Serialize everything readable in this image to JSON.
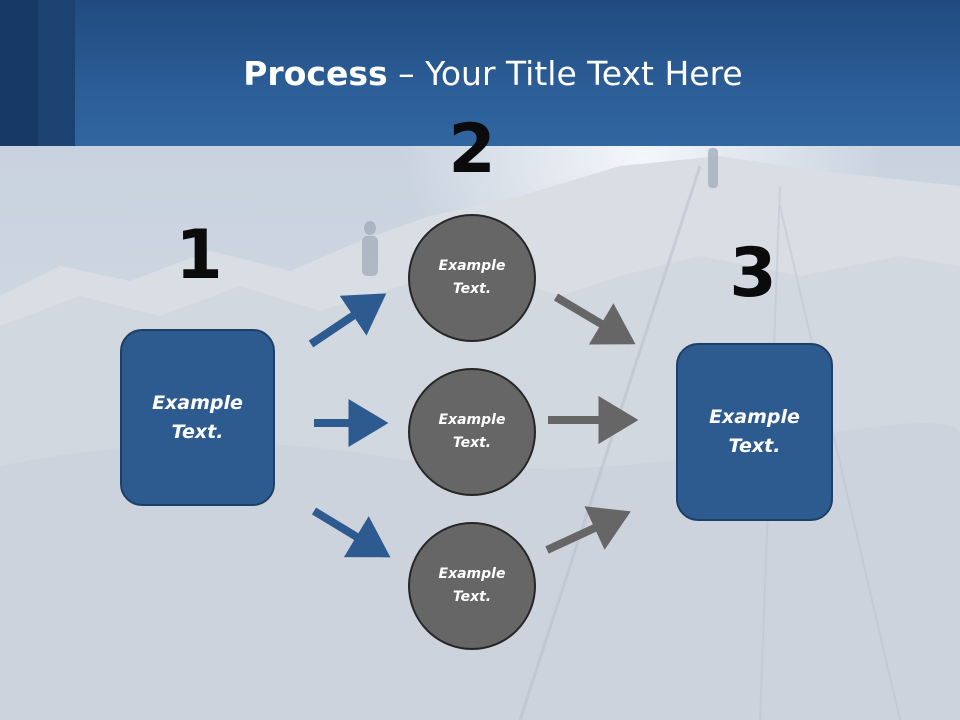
{
  "slide": {
    "title_bold": "Process",
    "title_rest": " – Your Title Text Here"
  },
  "steps": [
    {
      "number": "1",
      "label": "Example\nText."
    },
    {
      "number": "2",
      "label": "Example\nText."
    },
    {
      "number": "3",
      "label": "Example\nText."
    }
  ],
  "circles": [
    {
      "label": "Example\nText."
    },
    {
      "label": "Example\nText."
    },
    {
      "label": "Example\nText."
    }
  ],
  "colors": {
    "header": "#2c5d96",
    "box_fill": "#2d5a8f",
    "circle_fill": "#666666",
    "arrow_blue": "#2d5a8f",
    "arrow_gray": "#666666"
  }
}
